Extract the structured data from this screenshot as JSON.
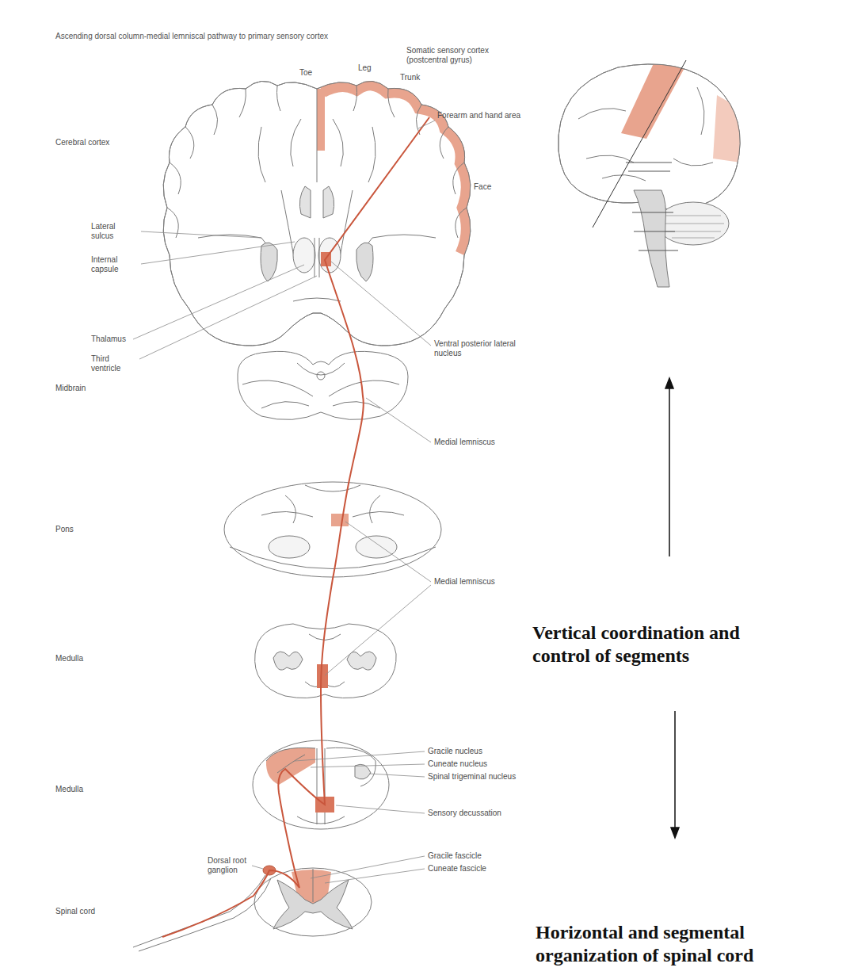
{
  "diagram": {
    "title": "Ascending dorsal column-medial lemniscal pathway to primary sensory cortex",
    "labels": [
      "Somatic sensory cortex (postcentral gyrus)",
      "Toe",
      "Leg",
      "Trunk",
      "Forearm and hand area",
      "Face",
      "Cerebral cortex",
      "Lateral sulcus",
      "Internal capsule",
      "Thalamus",
      "Third ventricle",
      "Ventral posterior lateral nucleus",
      "Midbrain",
      "Medial lemniscus",
      "Pons",
      "Medial lemniscus",
      "Medulla",
      "Gracile nucleus",
      "Cuneate nucleus",
      "Spinal trigeminal nucleus",
      "Sensory decussation",
      "Medulla",
      "Dorsal root ganglion",
      "Gracile fascicle",
      "Cuneate fascicle",
      "Spinal cord",
      "Vertical coordination and control of segments",
      "Horizontal and segmental organization of spinal cord"
    ]
  }
}
